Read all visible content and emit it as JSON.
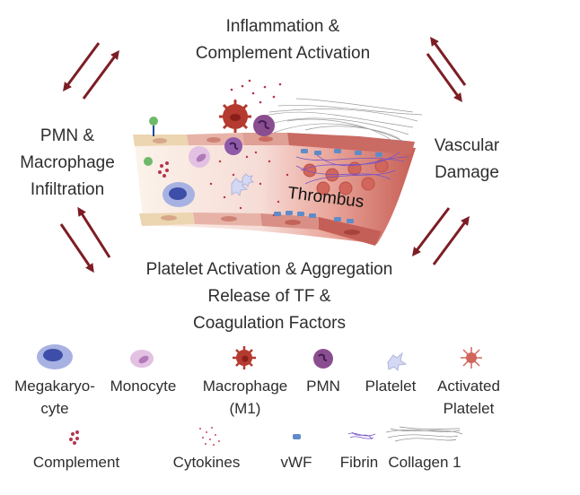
{
  "diagram": {
    "nodes": {
      "inflammation": {
        "lines": [
          "Inflammation &",
          "Complement Activation"
        ]
      },
      "pmn_infiltration": {
        "lines": [
          "PMN &",
          "Macrophage",
          "Infiltration"
        ]
      },
      "vascular_damage": {
        "lines": [
          "Vascular",
          "Damage"
        ]
      },
      "platelet_activation": {
        "lines": [
          "Platelet Activation & Aggregation",
          "Release of TF &",
          "Coagulation Factors"
        ]
      }
    },
    "center_label": "Thrombus",
    "arrow_color": "#7d1d25",
    "cycle_edges": [
      {
        "from": "inflammation",
        "to": "pmn_infiltration",
        "bidirectional": true
      },
      {
        "from": "inflammation",
        "to": "vascular_damage",
        "bidirectional": true
      },
      {
        "from": "vascular_damage",
        "to": "platelet_activation",
        "bidirectional": true
      },
      {
        "from": "platelet_activation",
        "to": "pmn_infiltration",
        "bidirectional": true
      }
    ]
  },
  "legend": {
    "row1": [
      {
        "icon": "megakaryocyte-icon",
        "lines": [
          "Megakaryo-",
          "cyte"
        ]
      },
      {
        "icon": "monocyte-icon",
        "lines": [
          "Monocyte"
        ]
      },
      {
        "icon": "macrophage-icon",
        "lines": [
          "Macrophage",
          "(M1)"
        ]
      },
      {
        "icon": "pmn-icon",
        "lines": [
          "PMN"
        ]
      },
      {
        "icon": "platelet-icon",
        "lines": [
          "Platelet"
        ]
      },
      {
        "icon": "activated-platelet-icon",
        "lines": [
          "Activated",
          "Platelet"
        ]
      }
    ],
    "row2": [
      {
        "icon": "complement-icon",
        "lines": [
          "Complement"
        ]
      },
      {
        "icon": "cytokines-icon",
        "lines": [
          "Cytokines"
        ]
      },
      {
        "icon": "vwf-icon",
        "lines": [
          "vWF"
        ]
      },
      {
        "icon": "fibrin-icon",
        "lines": [
          "Fibrin"
        ]
      },
      {
        "icon": "collagen-icon",
        "lines": [
          "Collagen 1"
        ]
      }
    ]
  }
}
